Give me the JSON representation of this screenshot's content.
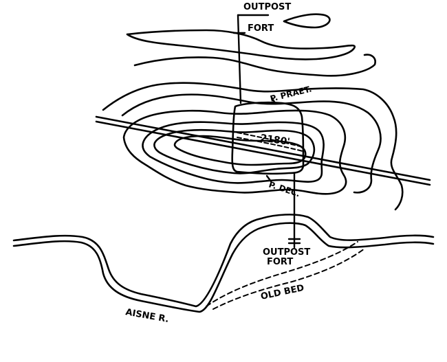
{
  "labels": {
    "outpost_north": [
      "OUTPOST",
      "FORT"
    ],
    "porta_praetoria": "P. PRAET.",
    "elevation": "2180'",
    "porta_decumana": "P. DEC.",
    "outpost_south": [
      "OUTPOST",
      "FORT"
    ],
    "old_bed": "OLD BED",
    "river": "AISNE  R."
  },
  "colors": {
    "ink": "#000000",
    "paper": "#ffffff"
  }
}
